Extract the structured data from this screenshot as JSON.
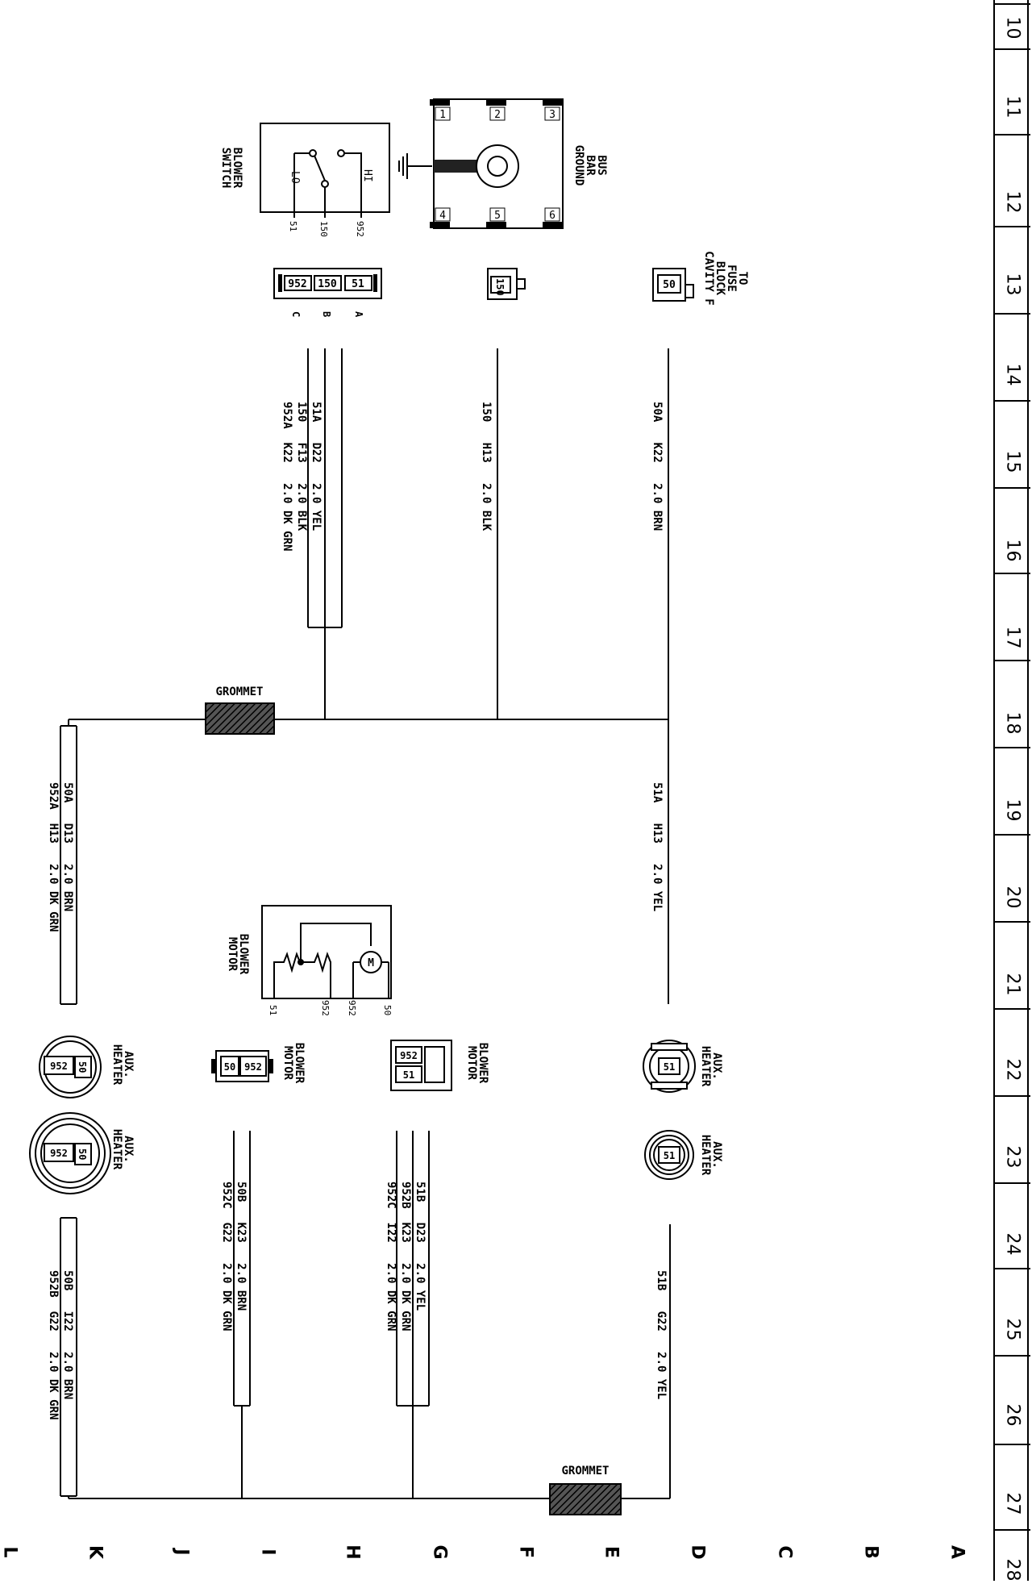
{
  "ruler": {
    "numbers": [
      "10",
      "11",
      "12",
      "13",
      "14",
      "15",
      "16",
      "17",
      "18",
      "19",
      "20",
      "21",
      "22",
      "23",
      "24",
      "25",
      "26",
      "27",
      "28"
    ],
    "letters": [
      "A",
      "B",
      "C",
      "D",
      "E",
      "F",
      "G",
      "H",
      "I",
      "J",
      "K",
      "L"
    ]
  },
  "components": {
    "blower_switch": {
      "title_line1": "BLOWER",
      "title_line2": "SWITCH",
      "hi": "HI",
      "lo": "LO",
      "pin_51": "51",
      "pin_150": "150",
      "pin_952": "952"
    },
    "bus_bar": {
      "title_line1": "BUS",
      "title_line2": "BAR",
      "title_line3": "GROUND",
      "terminals": [
        "1",
        "2",
        "3",
        "4",
        "5",
        "6"
      ]
    },
    "switch_connector": {
      "cells": [
        "952",
        "150",
        "51"
      ],
      "pins": [
        "C",
        "B",
        "A"
      ]
    },
    "ground_connector": {
      "cell": "150"
    },
    "fuse_connector": {
      "cell": "50",
      "label_line1": "TO",
      "label_line2": "FUSE",
      "label_line3": "BLOCK",
      "label_line4": "CAVITY F"
    },
    "blower_motor_top": {
      "title_line1": "BLOWER",
      "title_line2": "MOTOR",
      "motor": "M",
      "pins": [
        "51",
        "952",
        "952",
        "50"
      ]
    },
    "blower_motor_conn_1": {
      "title_line1": "BLOWER",
      "title_line2": "MOTOR",
      "cells": [
        "50",
        "952"
      ]
    },
    "blower_motor_conn_2": {
      "title_line1": "BLOWER",
      "title_line2": "MOTOR",
      "cells": [
        "952",
        "51"
      ]
    },
    "aux_heater_1": {
      "title_line1": "AUX.",
      "title_line2": "HEATER",
      "cells": [
        "952",
        "50"
      ]
    },
    "aux_heater_2": {
      "title_line1": "AUX.",
      "title_line2": "HEATER",
      "cells": [
        "952",
        "50"
      ]
    },
    "aux_heater_3": {
      "title_line1": "AUX.",
      "title_line2": "HEATER",
      "cell": "51"
    },
    "aux_heater_4": {
      "title_line1": "AUX.",
      "title_line2": "HEATER",
      "cell": "51"
    },
    "grommet_upper": "GROMMET",
    "grommet_lower": "GROMMET"
  },
  "wires": {
    "switch_bundle": [
      "51A   D22   2.0 YEL",
      "150   F13   2.0 BLK",
      "952A  K22   2.0 DK GRN"
    ],
    "ground_wire": [
      "150   H13   2.0 BLK"
    ],
    "fuse_wire": [
      "50A   K22   2.0 BRN"
    ],
    "left_upper": [
      "50A   D13   2.0 BRN",
      "952A  H13   2.0 DK GRN"
    ],
    "right_upper": [
      "51A   H13   2.0 YEL"
    ],
    "motor_conn_1_wires": [
      "50B   K23   2.0 BRN",
      "952C  G22   2.0 DK GRN"
    ],
    "motor_conn_2_wires": [
      "51B   D23   2.0 YEL",
      "952B  K23   2.0 DK GRN",
      "952C  I22   2.0 DK GRN"
    ],
    "left_lower": [
      "50B   I22   2.0 BRN",
      "952B  G22   2.0 DK GRN"
    ],
    "right_lower": [
      "51B   G22   2.0 YEL"
    ]
  }
}
